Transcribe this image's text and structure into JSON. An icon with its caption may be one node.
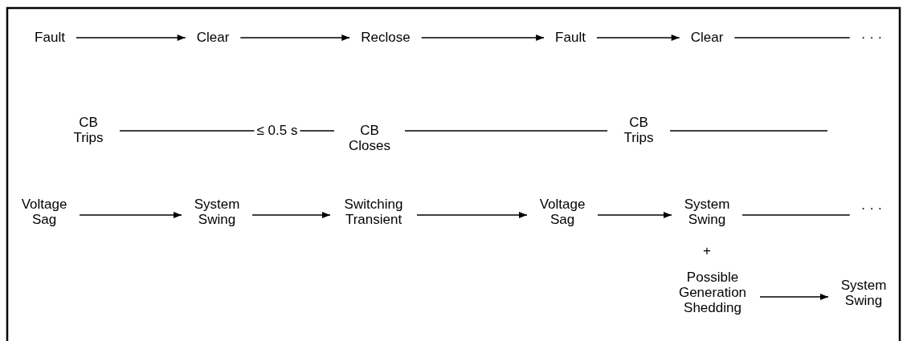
{
  "diagram": {
    "nodes": [
      {
        "text": [
          "Fault"
        ]
      },
      {
        "text": [
          "Clear"
        ]
      },
      {
        "text": [
          "Reclose"
        ]
      },
      {
        "text": [
          "Fault"
        ]
      },
      {
        "text": [
          "Clear"
        ]
      },
      {
        "text": [
          "· · ·"
        ]
      },
      {
        "text": [
          "CB Trips"
        ]
      },
      {
        "text": [
          "CB Closes"
        ]
      },
      {
        "text": [
          "CB Trips"
        ]
      },
      {
        "text": [
          "Voltage Sag"
        ]
      },
      {
        "text": [
          "System Swing"
        ]
      },
      {
        "text": [
          "Switching Transient"
        ]
      },
      {
        "text": [
          "Voltage Sag"
        ]
      },
      {
        "text": [
          "System Swing"
        ]
      },
      {
        "text": [
          "· · ·"
        ]
      },
      {
        "text": [
          "Possible Generation Shedding"
        ]
      },
      {
        "text": [
          "System Swing"
        ]
      }
    ],
    "edges": [
      {
        "from": 0,
        "to": 1,
        "arrow": "to"
      },
      {
        "from": 1,
        "to": 2,
        "arrow": "to"
      },
      {
        "from": 2,
        "to": 3,
        "arrow": "to"
      },
      {
        "from": 3,
        "to": 4,
        "arrow": "to"
      },
      {
        "from": 4,
        "to": 5,
        "arrow": "none"
      },
      {
        "from": 6,
        "to": 7,
        "arrow": "none",
        "label": "≤ 0.5 s"
      },
      {
        "from": 7,
        "to": 8,
        "arrow": "none"
      },
      {
        "from": 8,
        "to": null,
        "arrow": "none"
      },
      {
        "from": 9,
        "to": 10,
        "arrow": "to"
      },
      {
        "from": 10,
        "to": 11,
        "arrow": "to"
      },
      {
        "from": 11,
        "to": 12,
        "arrow": "to"
      },
      {
        "from": 12,
        "to": 13,
        "arrow": "to"
      },
      {
        "from": 13,
        "to": 14,
        "arrow": "none"
      },
      {
        "from": 15,
        "to": 16,
        "arrow": "to"
      }
    ],
    "labels": [
      "+"
    ]
  }
}
